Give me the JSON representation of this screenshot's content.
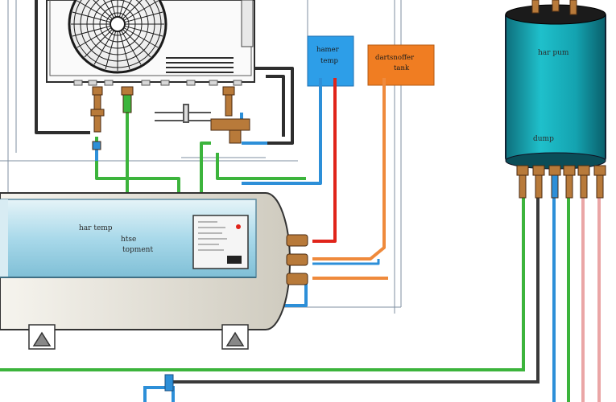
{
  "labels": {
    "blue_box": [
      "hamer",
      "temp"
    ],
    "orange_box": [
      "dartsnoffer",
      "tank"
    ],
    "tank_right_top": "har pum",
    "tank_right_mid": "dump",
    "tank_left_1": "har temp",
    "tank_left_2": "htse",
    "tank_left_3": "topment"
  },
  "colors": {
    "blue_box": "#2d9ee8",
    "orange_box": "#f07d22",
    "pipe_green": "#3cb43c",
    "pipe_blue": "#2d8fd8",
    "pipe_red": "#e0241a",
    "pipe_orange": "#ef8a3c",
    "pipe_pink": "#eaa6a6",
    "pipe_dark": "#3a3a3a",
    "tank_left_body": "#bfe3ef",
    "tank_right_body": "#17a9b5",
    "brass": "#b87a3a"
  },
  "icons": [
    "fan-icon",
    "valve-icon",
    "support-foot-icon",
    "control-panel-icon"
  ]
}
